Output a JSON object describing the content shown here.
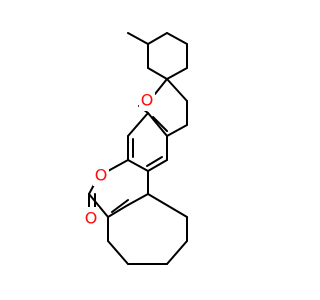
{
  "molecule": {
    "atoms": {
      "ring_oxygen": {
        "symbol": "O",
        "color": "#ff0d0d"
      },
      "lactone_oxygen": {
        "symbol": "O",
        "color": "#ff0d0d"
      },
      "carbonyl_oxygen": {
        "symbol": "O",
        "color": "#ff0d0d"
      }
    },
    "bond_color": "#000000"
  }
}
